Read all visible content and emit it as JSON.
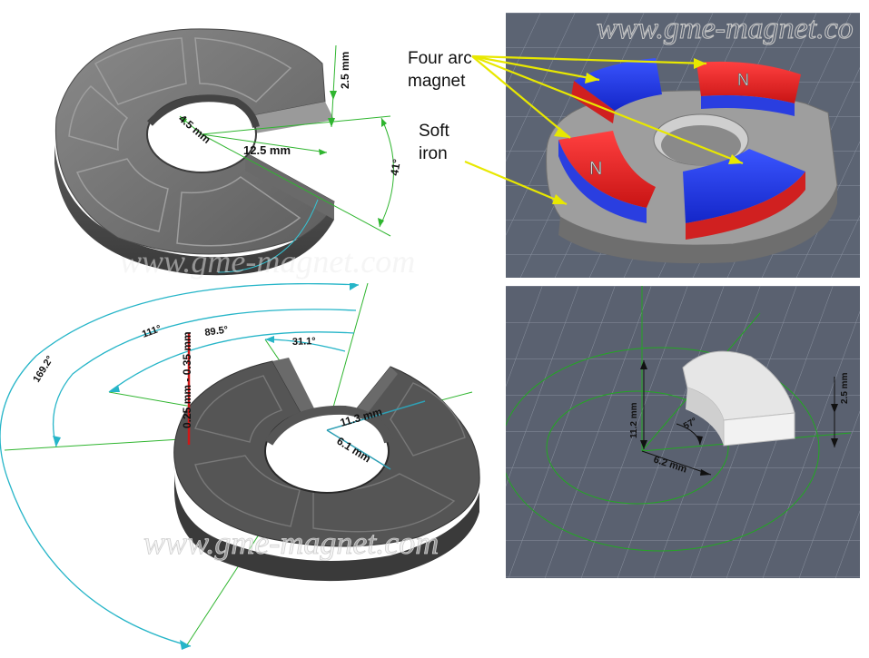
{
  "watermark": "www.gme-magnet.com",
  "watermark_top": "www.gme-magnet.co",
  "top_left_dims": {
    "height": "2.5 mm",
    "inner_radius": "4.5 mm",
    "outer_radius": "12.5 mm",
    "gap_angle": "41°"
  },
  "callouts": {
    "four_arc_line1": "Four arc",
    "four_arc_line2": "magnet",
    "soft_line1": "Soft",
    "soft_line2": "iron"
  },
  "pole_mark": "N",
  "bottom_left_dims": {
    "angle_outer": "169.2°",
    "angle_mid": "111°",
    "angle_inner": "89.5°",
    "angle_small": "31.1°",
    "recess_depth": "0.25 mm - 0.35 mm",
    "outer_radius": "11.3 mm",
    "inner_radius": "6.1 mm"
  },
  "bottom_right_dims": {
    "height": "11.2 mm",
    "angle": "57°",
    "radius": "6.2 mm",
    "thickness": "2.5 mm"
  }
}
